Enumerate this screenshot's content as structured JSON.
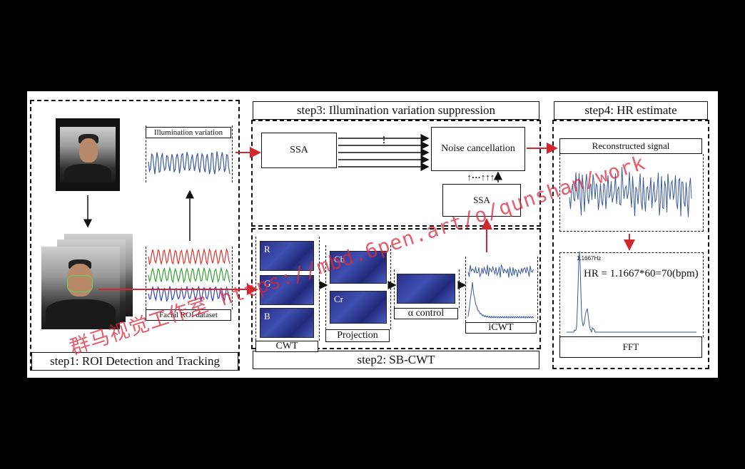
{
  "step1": {
    "title": "step1: ROI Detection and Tracking",
    "illum_label": "Illumination variation",
    "roi_label": "Facial ROI dataset"
  },
  "step2": {
    "title": "step2: SB-CWT",
    "cwt_label": "CWT",
    "channels": [
      "R",
      "G",
      "B"
    ],
    "projection_label": "Projection",
    "proj_channels": [
      "Cb",
      "Cr"
    ],
    "alpha_label": "α control",
    "icwt_label": "iCWT"
  },
  "step3": {
    "title": "step3: Illumination variation suppression",
    "ssa_label": "SSA",
    "noise_label": "Noise cancellation",
    "ssa2_label": "SSA",
    "arrows_label": "↑···↑↑↑↑",
    "dots": "⋮"
  },
  "step4": {
    "title": "step4: HR estimate",
    "recon_label": "Reconstructed signal",
    "peak_label": "1.1667Hz",
    "hr_text": "HR = 1.1667*60=70(bpm)",
    "fft_label": "FFT"
  },
  "watermark": {
    "text1": "群马视觉工作室 https://mbd.6pen.art/o/qunshan/work"
  },
  "colors": {
    "arrow": "#d0282c",
    "wave": "#3a5a9a",
    "red": "#e03030",
    "green": "#30a030",
    "blue": "#3040c0"
  }
}
